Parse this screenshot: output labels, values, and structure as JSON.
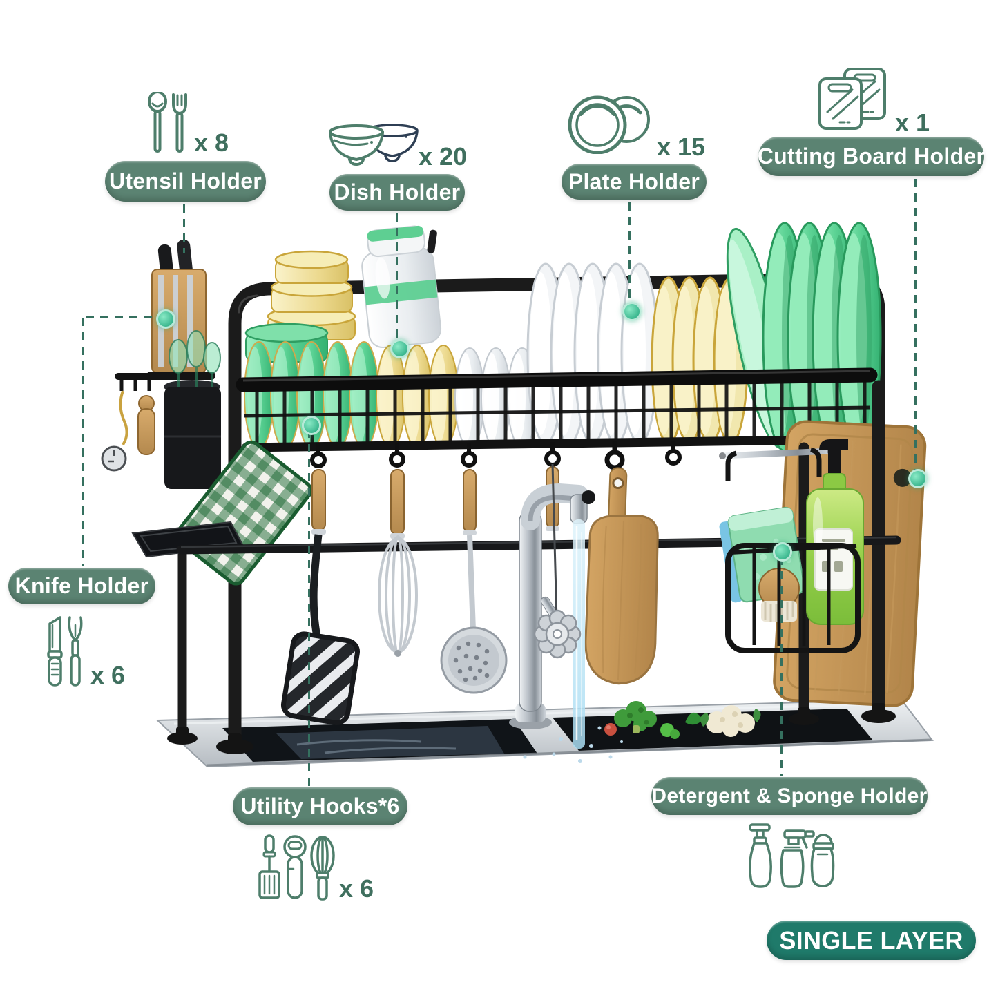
{
  "colors": {
    "pill_green": "#5b8372",
    "badge_teal": "#1f7a6a",
    "count_text": "#3f6f5e",
    "icon_green": "#4e7e6b",
    "icon_navy": "#2e3f54",
    "dash": "#35705f",
    "dot": "#1ca379"
  },
  "callouts": {
    "utensil": {
      "label": "Utensil Holder",
      "count": "x 8"
    },
    "dish": {
      "label": "Dish Holder",
      "count": "x 20"
    },
    "plate": {
      "label": "Plate Holder",
      "count": "x 15"
    },
    "cutting_board": {
      "label": "Cutting Board Holder",
      "count": "x 1"
    },
    "knife": {
      "label": "Knife Holder",
      "count": "x 6"
    },
    "utility_hooks": {
      "label": "Utility Hooks*6",
      "count": "x 6"
    },
    "detergent": {
      "label": "Detergent & Sponge Holder"
    }
  },
  "badge": {
    "label": "SINGLE LAYER"
  }
}
